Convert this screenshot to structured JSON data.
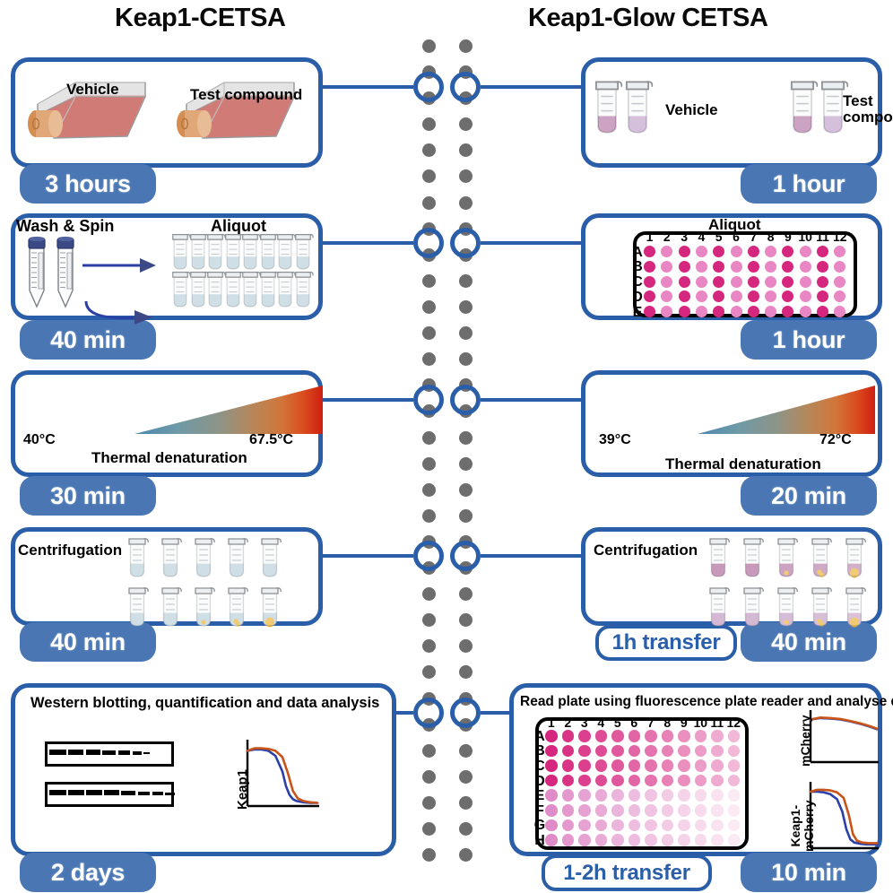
{
  "headers": {
    "left": "Keap1-CETSA",
    "right": "Keap1-Glow CETSA"
  },
  "colors": {
    "panel_border": "#2b5ea8",
    "badge_fill": "#4a77b4",
    "badge_text": "#ffffff",
    "transfer_text": "#2b5ea8",
    "dot_gray": "#6d6d6d",
    "well_dark_pink": "#d6277e",
    "well_light_pink": "#e986c4",
    "curve_blue": "#2b3fa8",
    "curve_orange": "#c9541a",
    "flask_media": "#c9645f",
    "tube_blue_liquid": "#bdd4dd",
    "tube_purple_liquid": "#b878a8",
    "pellet_yellow": "#f0b52e",
    "heat_cold": "#3f7fae",
    "heat_hot": "#d12b15"
  },
  "left_column": {
    "steps": [
      {
        "id": "cell-treatment",
        "badge": "3 hours",
        "labels": [
          "Vehicle",
          "Test compound"
        ]
      },
      {
        "id": "wash-spin-aliquot",
        "badge": "40 min",
        "labels": [
          "Wash & Spin",
          "Aliquot"
        ],
        "tube_rows": 2,
        "tubes_per_row": 8
      },
      {
        "id": "thermal-denaturation",
        "badge": "30 min",
        "temp_low": "40°C",
        "temp_high": "67.5°C",
        "caption": "Thermal denaturation"
      },
      {
        "id": "centrifugation",
        "badge": "40 min",
        "label": "Centrifugation",
        "tube_rows": 2,
        "tubes_per_row": 5
      },
      {
        "id": "western-blot",
        "badge": "2 days",
        "caption": "Western blotting, quantification and data analysis",
        "chart_ylabel": "Keap1",
        "blot_lanes": 7
      }
    ]
  },
  "right_column": {
    "steps": [
      {
        "id": "cell-treatment-glow",
        "badge": "1 hour",
        "labels": [
          "Vehicle",
          "Test compound"
        ]
      },
      {
        "id": "aliquot-plate",
        "badge": "1 hour",
        "label": "Aliquot",
        "plate_rows": [
          "A",
          "B",
          "C",
          "D",
          "E"
        ],
        "plate_cols": [
          "1",
          "2",
          "3",
          "4",
          "5",
          "6",
          "7",
          "8",
          "9",
          "10",
          "11",
          "12"
        ]
      },
      {
        "id": "thermal-denaturation-glow",
        "badge": "20 min",
        "temp_low": "39°C",
        "temp_high": "72°C",
        "caption": "Thermal denaturation"
      },
      {
        "id": "centrifugation-glow",
        "badge": "40 min",
        "transfer_badge": "1h transfer",
        "label": "Centrifugation",
        "tube_rows": 2,
        "tubes_per_row": 5
      },
      {
        "id": "plate-read",
        "badge": "10 min",
        "transfer_badge": "1-2h transfer",
        "caption": "Read plate using fluorescence plate reader and analyse data",
        "plate_rows": [
          "A",
          "B",
          "C",
          "D",
          "E",
          "F",
          "G",
          "H"
        ],
        "plate_cols": [
          "1",
          "2",
          "3",
          "4",
          "5",
          "6",
          "7",
          "8",
          "9",
          "10",
          "11",
          "12"
        ],
        "chart_top_ylabel": "mCherry",
        "chart_bottom_ylabel": "Keap1-\nmCherry"
      }
    ]
  },
  "chart_data": [
    {
      "id": "keap1-melt-curve-western",
      "type": "line",
      "title": "",
      "xlabel": "",
      "ylabel": "Keap1",
      "series": [
        {
          "name": "vehicle",
          "color": "#2b3fa8",
          "x": [
            0,
            10,
            20,
            30,
            40,
            50,
            55,
            60,
            65,
            70,
            80,
            90,
            100
          ],
          "y": [
            88,
            90,
            90,
            88,
            80,
            55,
            32,
            18,
            11,
            8,
            6,
            5,
            5
          ]
        },
        {
          "name": "test compound",
          "color": "#c9541a",
          "x": [
            0,
            10,
            20,
            30,
            40,
            50,
            58,
            65,
            72,
            80,
            90,
            100
          ],
          "y": [
            88,
            92,
            92,
            91,
            88,
            78,
            52,
            24,
            12,
            8,
            6,
            5
          ]
        }
      ],
      "xlim": [
        0,
        100
      ],
      "ylim": [
        0,
        100
      ],
      "grid": false,
      "legend": "none"
    },
    {
      "id": "mcherry-signal",
      "type": "line",
      "title": "",
      "xlabel": "",
      "ylabel": "mCherry",
      "series": [
        {
          "name": "vehicle",
          "color": "#2b3fa8",
          "x": [
            0,
            15,
            30,
            45,
            60,
            75,
            90,
            100
          ],
          "y": [
            88,
            91,
            90,
            88,
            84,
            79,
            73,
            68
          ]
        },
        {
          "name": "test compound",
          "color": "#c9541a",
          "x": [
            0,
            15,
            30,
            45,
            60,
            75,
            90,
            100
          ],
          "y": [
            88,
            92,
            91,
            89,
            85,
            80,
            74,
            69
          ]
        }
      ],
      "xlim": [
        0,
        100
      ],
      "ylim": [
        0,
        100
      ],
      "grid": false,
      "legend": "none"
    },
    {
      "id": "keap1-mcherry-melt-curve",
      "type": "line",
      "title": "",
      "xlabel": "",
      "ylabel": "Keap1-mCherry",
      "series": [
        {
          "name": "vehicle",
          "color": "#2b3fa8",
          "x": [
            0,
            10,
            20,
            30,
            40,
            48,
            54,
            60,
            66,
            75,
            85,
            100
          ],
          "y": [
            90,
            90,
            89,
            86,
            78,
            58,
            30,
            14,
            9,
            7,
            6,
            6
          ]
        },
        {
          "name": "test compound",
          "color": "#c9541a",
          "x": [
            0,
            10,
            20,
            30,
            40,
            50,
            58,
            64,
            70,
            78,
            88,
            100
          ],
          "y": [
            90,
            93,
            93,
            92,
            89,
            80,
            52,
            22,
            12,
            9,
            8,
            8
          ]
        }
      ],
      "xlim": [
        0,
        100
      ],
      "ylim": [
        0,
        100
      ],
      "grid": false,
      "legend": "none"
    }
  ],
  "aliquot_plate_data": {
    "type": "heatmap",
    "description": "96-well plate, rows A-E visible, alternating dark/light pink columns",
    "rows": [
      "A",
      "B",
      "C",
      "D",
      "E"
    ],
    "cols": [
      "1",
      "2",
      "3",
      "4",
      "5",
      "6",
      "7",
      "8",
      "9",
      "10",
      "11",
      "12"
    ],
    "pattern": "alternating-columns"
  },
  "read_plate_data": {
    "type": "heatmap",
    "description": "96-well plate, rows A-H, pink intensity decreasing left to right; rows A-D dark, E-H light",
    "rows": [
      "A",
      "B",
      "C",
      "D",
      "E",
      "F",
      "G",
      "H"
    ],
    "cols": [
      "1",
      "2",
      "3",
      "4",
      "5",
      "6",
      "7",
      "8",
      "9",
      "10",
      "11",
      "12"
    ],
    "pattern": "gradient-left-to-right"
  }
}
